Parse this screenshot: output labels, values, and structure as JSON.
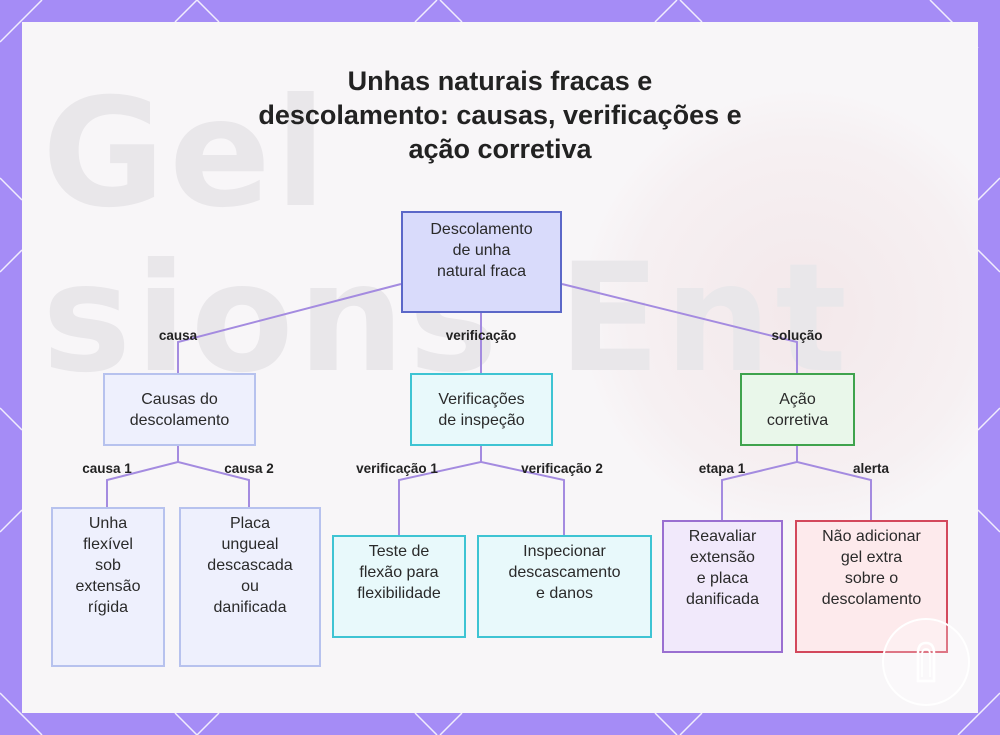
{
  "title": [
    "Unhas naturais fracas e",
    "descolamento: causas, verificações e",
    "ação corretiva"
  ],
  "watermark": "Gel\nsions Ent",
  "nodes": {
    "root": "Descolamento\nde unha\nnatural fraca",
    "causes": "Causas do\ndescolamento",
    "checks": "Verificações\nde inspeção",
    "action": "Ação\ncorretiva",
    "cause1": "Unha\nflexível\nsob\nextensão\nrígida",
    "cause2": "Placa\nungueal\ndescascada\nou\ndanificada",
    "check1": "Teste de\nflexão para\nflexibilidade",
    "check2": "Inspecionar\ndescascamento\ne danos",
    "step1": "Reavaliar\nextensão\ne placa\ndanificada",
    "alert": "Não adicionar\ngel extra\nsobre o\ndescolamento"
  },
  "edge_labels": {
    "causa": "causa",
    "verificacao": "verificação",
    "solucao": "solução",
    "causa1": "causa 1",
    "causa2": "causa 2",
    "verificacao1": "verificação 1",
    "verificacao2": "verificação 2",
    "etapa1": "etapa 1",
    "alerta": "alerta"
  },
  "colors": {
    "frame": "#a58cf6",
    "edge": "#a48be0",
    "root_fill": "#d9dbfb",
    "root_border": "#5b67c8",
    "causes_fill": "#eef0fd",
    "causes_border": "#b7c2ee",
    "checks_fill": "#e8f9fb",
    "checks_border": "#3ec4d3",
    "action_fill": "#e9f7ea",
    "action_border": "#3fa34d",
    "step_fill": "#f1e9fb",
    "step_border": "#9a6fd1",
    "alert_fill": "#fdeaec",
    "alert_border": "#d3485c"
  }
}
